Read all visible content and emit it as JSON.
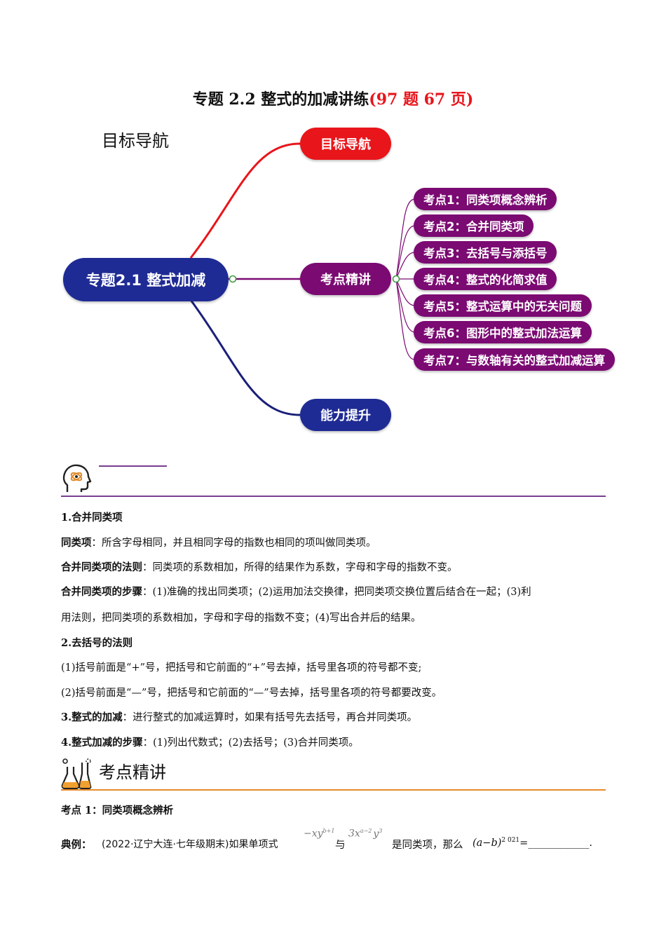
{
  "title": {
    "main": "专题 2.2  整式的加减讲练",
    "highlight": "(97 题 67 页)"
  },
  "section1_heading": "目标导航",
  "mindmap": {
    "root": "专题2.1 整式加减",
    "branches": [
      "目标导航",
      "考点精讲",
      "能力提升"
    ],
    "sub_items": [
      "考点1：同类项概念辨析",
      "考点2：合并同类项",
      "考点3：去括号与添括号",
      "考点4：整式的化简求值",
      "考点5：整式运算中的无关问题",
      "考点6：图形中的整式加法运算",
      "考点7：与数轴有关的整式加减运算"
    ],
    "colors": {
      "red": "#e8151b",
      "purple": "#7b0a72",
      "navy": "#1f2b94"
    }
  },
  "knowledge": {
    "icon": "head-brain-icon",
    "p1": "1.合并同类项",
    "p2_label": "同类项",
    "p2_text": "：所含字母相同，并且相同字母的指数也相同的项叫做同类项。",
    "p3_label": "合并同类项的法则",
    "p3_text": "：同类项的系数相加，所得的结果作为系数，字母和字母的指数不变。",
    "p4_label": "合并同类项的步骤",
    "p4_text": "：(1)准确的找出同类项；(2)运用加法交换律，把同类项交换位置后结合在一起；(3)利",
    "p5": "用法则，把同类项的系数相加，字母和字母的指数不变；(4)写出合并后的结果。",
    "p6": "2.去括号的法则",
    "p7": "(1)括号前面是“+”号，把括号和它前面的“+”号去掉，括号里各项的符号都不变;",
    "p8": "(2)括号前面是“—”号，把括号和它前面的“—”号去掉，括号里各项的符号都要改变。",
    "p9_label": "3.整式的加减",
    "p9_text": "：进行整式的加减运算时，如果有括号先去括号，再合并同类项。",
    "p10_label": "4.整式加减的步骤",
    "p10_text": "：(1)列出代数式；(2)去括号；(3)合并同类项。"
  },
  "section2": {
    "icon": "lab-flask-icon",
    "heading": "考点精讲",
    "point_title": "考点 1：同类项概念辨析",
    "example_label": "典例：",
    "example_source": "(2022·辽宁大连·七年级期末)如果单项式",
    "term1": "−xy",
    "term1_exp": "b+1",
    "connector": "与",
    "term2_coef": "3x",
    "term2_exp1": "a−2",
    "term2_var": "y",
    "term2_exp2": "3",
    "example_tail": "是同类项，那么",
    "expr": "(a−b)",
    "expr_exp": "2 021",
    "equals": "=",
    "answer_blank": "____________",
    "end": "."
  }
}
